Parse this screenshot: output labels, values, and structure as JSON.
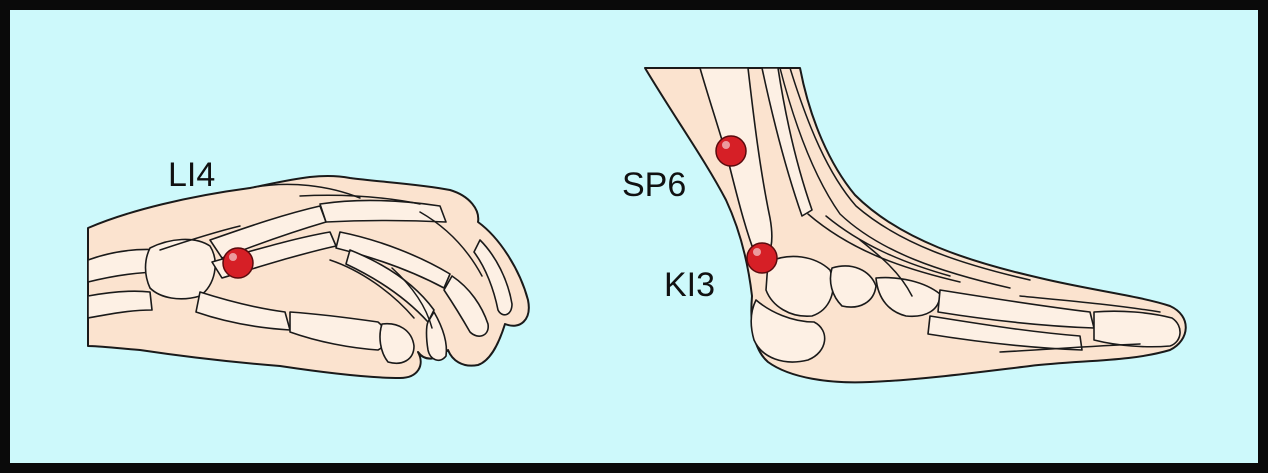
{
  "colors": {
    "background": "#cdf9fb",
    "border": "#0a0a0a",
    "skin": "#fbe3cf",
    "bone": "#fdf0e4",
    "outline": "#1a1a1a",
    "point": "#d61f26"
  },
  "points": [
    {
      "id": "li4",
      "label": "LI4"
    },
    {
      "id": "sp6",
      "label": "SP6"
    },
    {
      "id": "ki3",
      "label": "KI3"
    }
  ]
}
